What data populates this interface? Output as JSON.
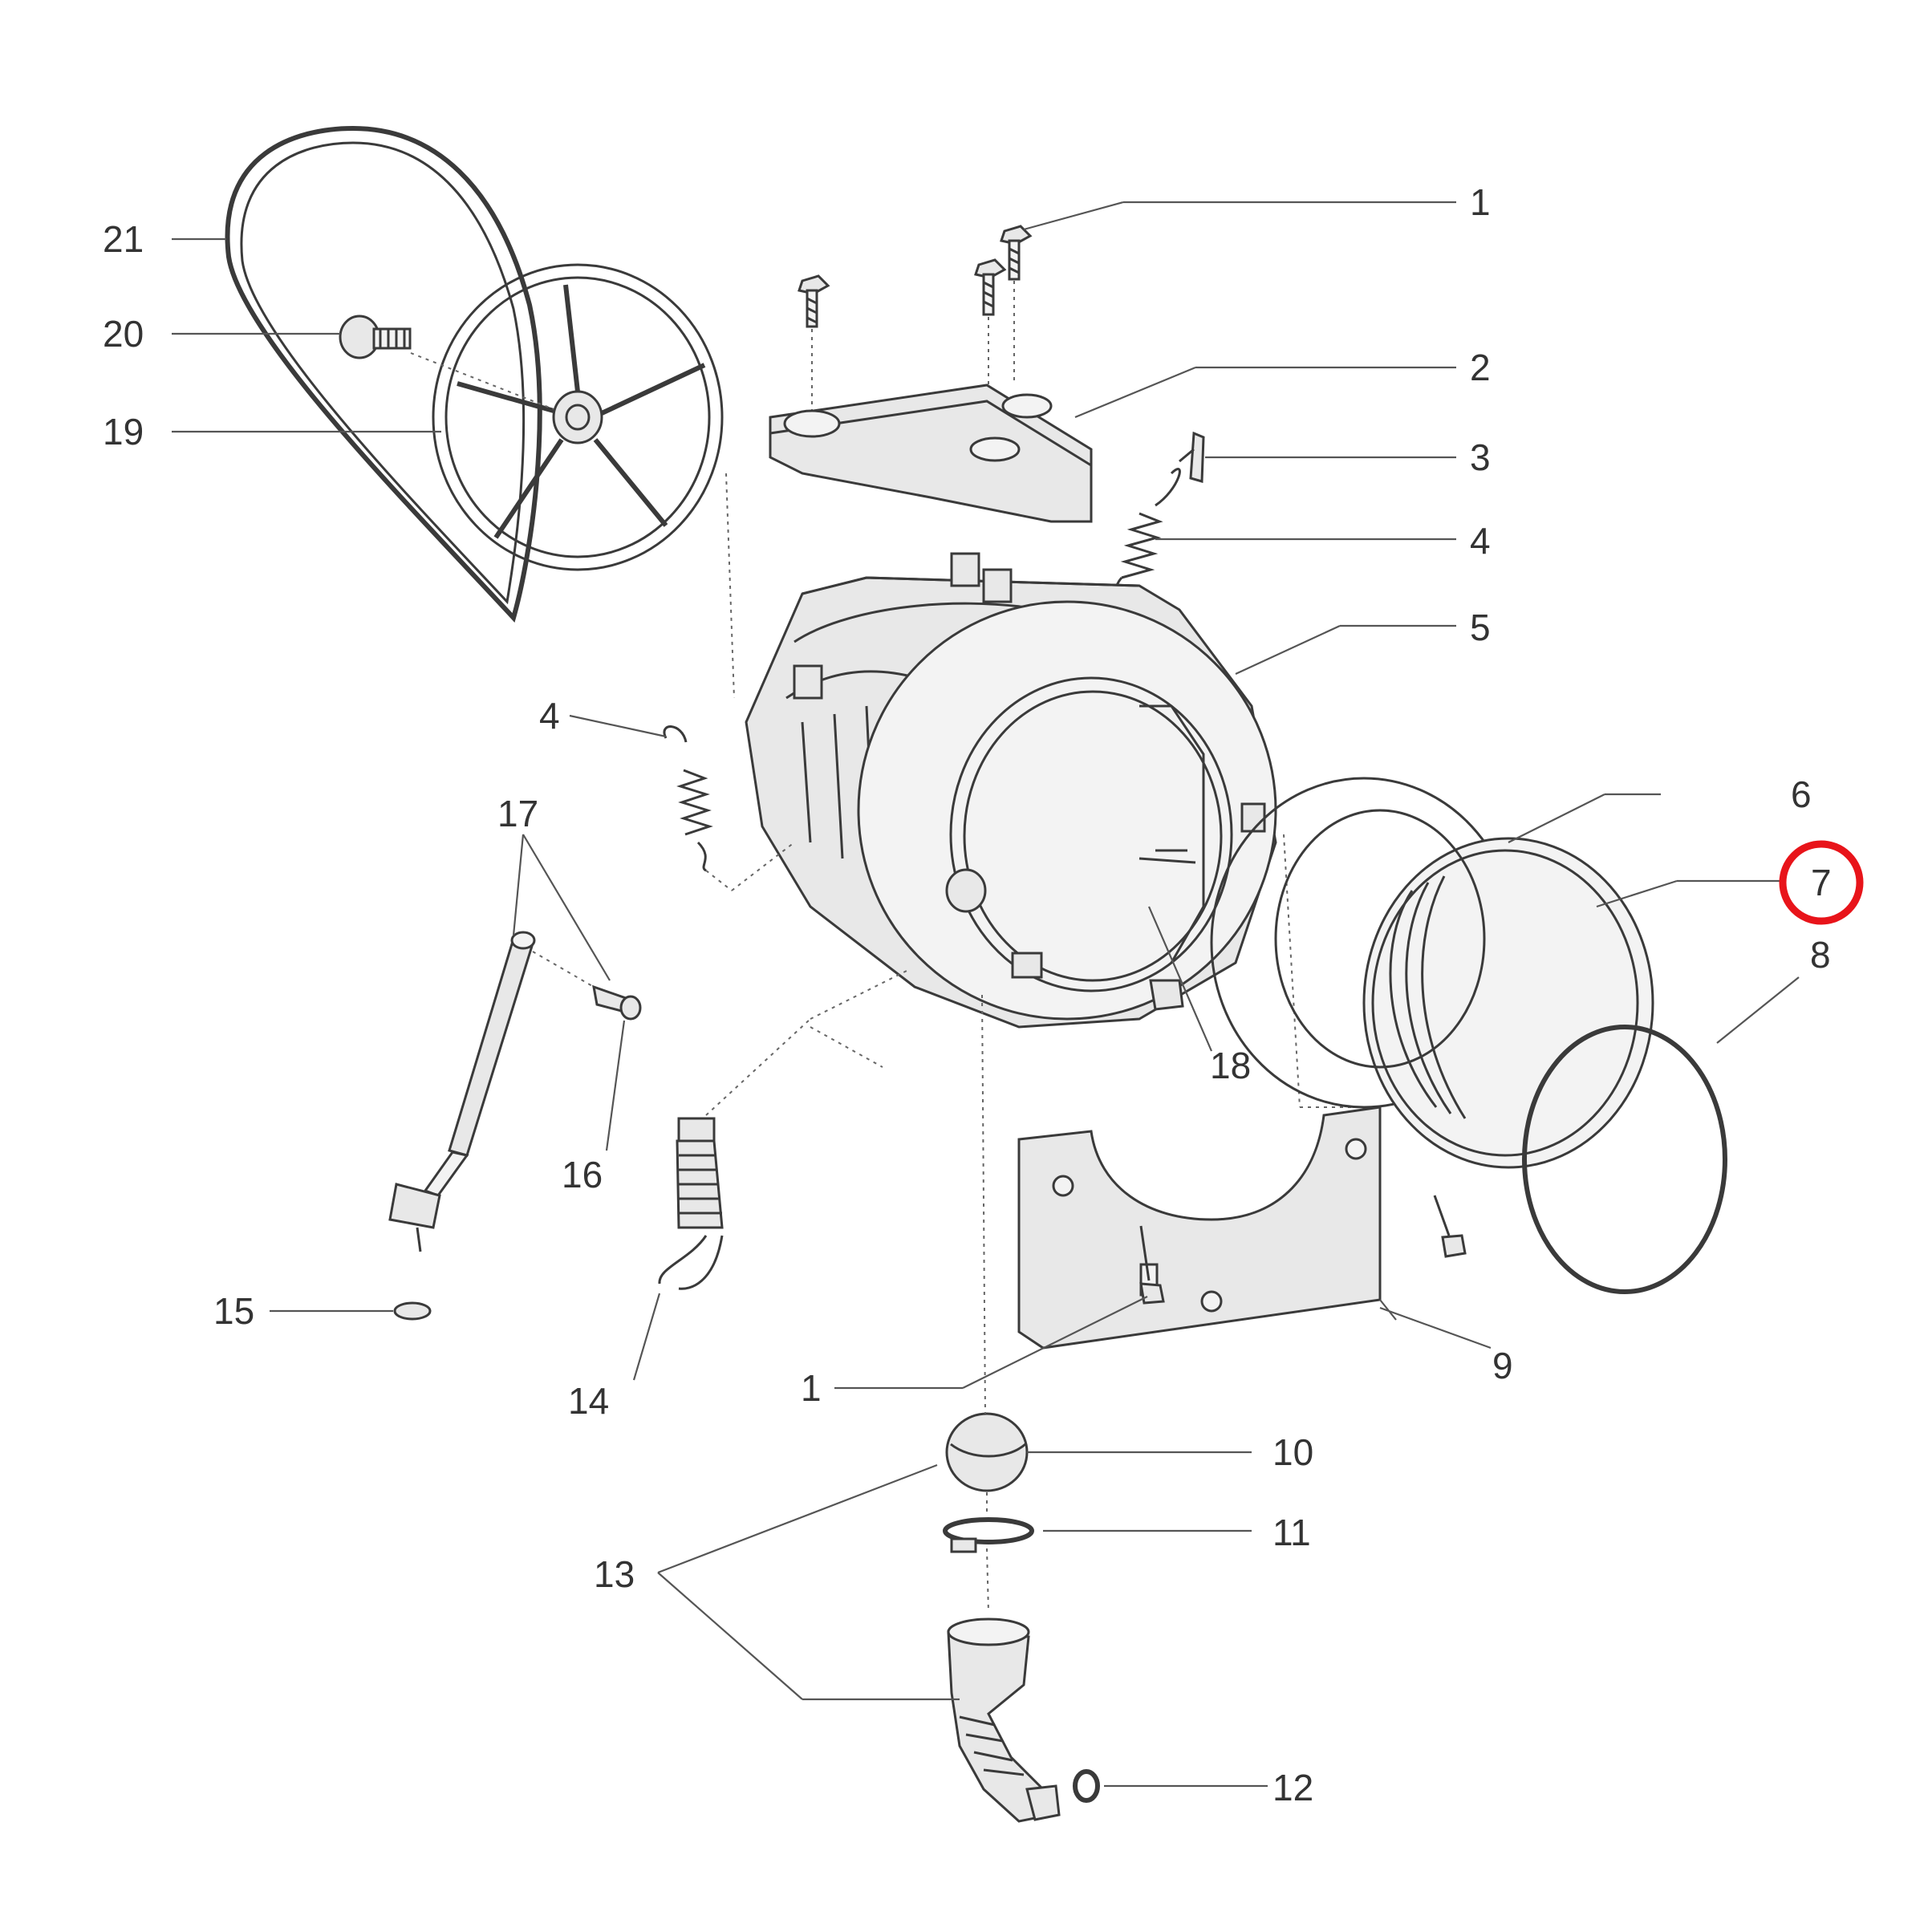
{
  "callouts": {
    "c1_top": "1",
    "c2": "2",
    "c3": "3",
    "c4_right": "4",
    "c5": "5",
    "c6": "6",
    "c7": "7",
    "c8": "8",
    "c9": "9",
    "c10": "10",
    "c11": "11",
    "c12": "12",
    "c13": "13",
    "c14": "14",
    "c15": "15",
    "c16": "16",
    "c17": "17",
    "c18": "18",
    "c19": "19",
    "c20": "20",
    "c21": "21",
    "c4_left": "4",
    "c1_bottom": "1"
  },
  "highlight": {
    "target": "7",
    "color": "#e8141a"
  },
  "colors": {
    "line": "#3a3a3a",
    "label": "#333333",
    "fill": "#e8e8e8"
  }
}
